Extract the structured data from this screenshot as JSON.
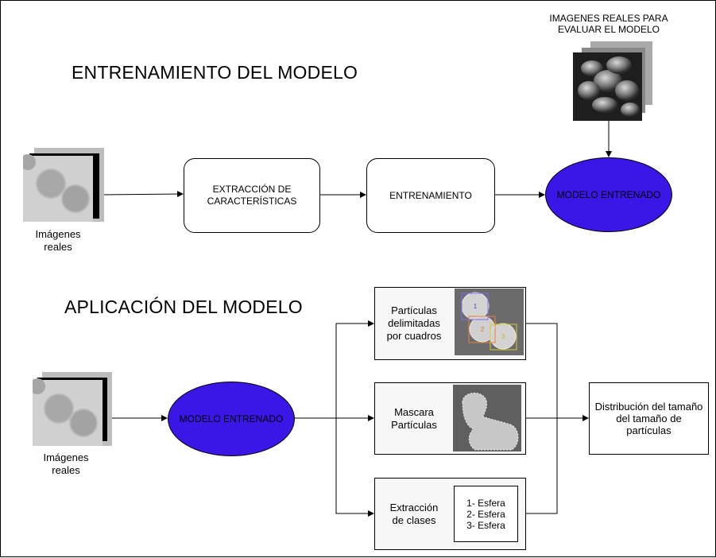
{
  "top": {
    "title": "ENTRENAMIENTO DEL MODELO",
    "eval_label": [
      "IMAGENES REALES PARA",
      "EVALUAR EL MODELO"
    ],
    "input_caption": [
      "Imágenes",
      "reales"
    ],
    "step1": [
      "EXTRACCIÓN DE",
      "CARACTERÍSTICAS"
    ],
    "step2": "ENTRENAMIENTO",
    "model": "MODELO ENTRENADO"
  },
  "bottom": {
    "title": "APLICACIÓN DEL MODELO",
    "input_caption": [
      "Imágenes",
      "reales"
    ],
    "model": "MODELO ENTRENADO",
    "out1": [
      "Partículas",
      "delimitadas",
      "por cuadros"
    ],
    "out2": [
      "Mascara",
      "Partículas"
    ],
    "out3": [
      "Extracción",
      "de clases"
    ],
    "classes": [
      "1- Esfera",
      "2- Esfera",
      "3- Esfera"
    ],
    "bbox_ids": [
      "1",
      "2",
      "3"
    ],
    "result": [
      "Distribución del tamaño",
      "del tamaño de",
      "partículas"
    ]
  },
  "colors": {
    "model_fill": "#3c16e6",
    "box_fill": "#f7f7f7"
  }
}
